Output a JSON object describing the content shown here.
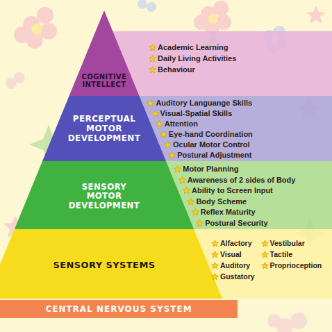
{
  "diagram": {
    "nodes": [
      {
        "text": [
          "COGNITIVE INTELLECT",
          "Academic Learning",
          "Daily Living Activities",
          "Behaviour"
        ]
      },
      {
        "text": [
          "PERCEPTUAL MOTOR DEVELOPMENT",
          "Auditory Languange Skills",
          "Visual-Spatial Skills",
          "Attention",
          "Eye-hand Coordination",
          "Ocular Motor Control",
          "Postural Adjustment"
        ]
      },
      {
        "text": [
          "SENSORY MOTOR DEVELOPMENT",
          "Motor Planning",
          "Awareness of 2 sides of Body",
          "Ability to Screen Input",
          "Body Scheme",
          "Reflex Maturity",
          "Postural Security"
        ]
      },
      {
        "text": [
          "SENSORY SYSTEMS",
          "Alfactory",
          "Visual",
          "Auditory",
          "Gustatory",
          "Vestibular",
          "Tactile",
          "Proprioception"
        ]
      },
      {
        "text": [
          "CENTRAL NERVOUS SYSTEM"
        ]
      }
    ]
  }
}
